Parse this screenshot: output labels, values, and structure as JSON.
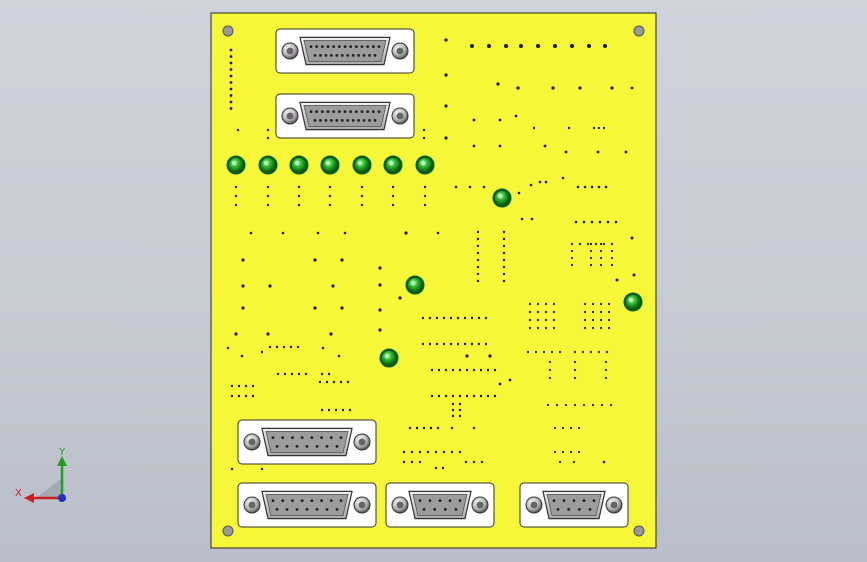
{
  "viewport": {
    "background_top": "#cfd3dc",
    "background_bottom": "#b9bec8"
  },
  "board": {
    "color": "#f7f73a",
    "edge_color": "#2a2a2a",
    "via_color": "#1a1a1a",
    "led_color": "#22aa22",
    "led_count": 11,
    "mounting_holes": 4,
    "connectors": {
      "top_db25_count": 2,
      "bottom_db15_count": 2,
      "bottom_db9_count": 2
    }
  },
  "triad": {
    "x_label": "X",
    "y_label": "Y",
    "x_color": "#cc2020",
    "y_color": "#20a020",
    "z_color": "#2030c0"
  }
}
